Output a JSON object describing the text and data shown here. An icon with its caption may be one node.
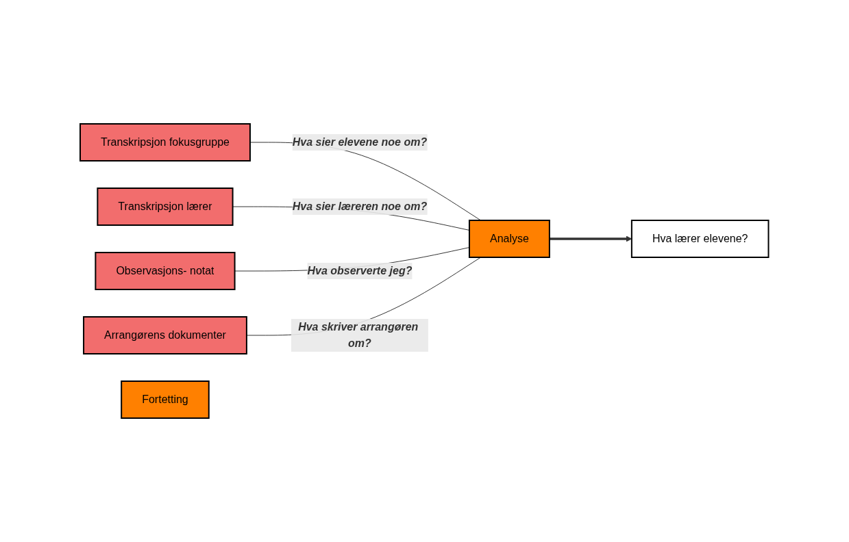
{
  "diagram": {
    "nodes": [
      {
        "text": [
          "Transkripsjon fokusgruppe"
        ]
      },
      {
        "text": [
          "Transkripsjon lærer"
        ]
      },
      {
        "text": [
          "Observasjons- notat"
        ]
      },
      {
        "text": [
          "Arrangørens dokumenter"
        ]
      },
      {
        "text": [
          "Fortetting"
        ]
      },
      {
        "text": [
          "Analyse"
        ]
      },
      {
        "text": [
          "Hva lærer elevene?"
        ]
      }
    ],
    "edges": [
      {
        "from": 0,
        "to": 5,
        "arrow": "none",
        "label": "Hva sier elevene noe om?"
      },
      {
        "from": 1,
        "to": 5,
        "arrow": "none",
        "label": "Hva sier læreren noe om?"
      },
      {
        "from": 2,
        "to": 5,
        "arrow": "none",
        "label": "Hva observerte jeg?"
      },
      {
        "from": 3,
        "to": 5,
        "arrow": "none",
        "label": "Hva skriver arrangøren om?"
      },
      {
        "from": 5,
        "to": 6,
        "arrow": "to",
        "style": "thick"
      }
    ]
  }
}
